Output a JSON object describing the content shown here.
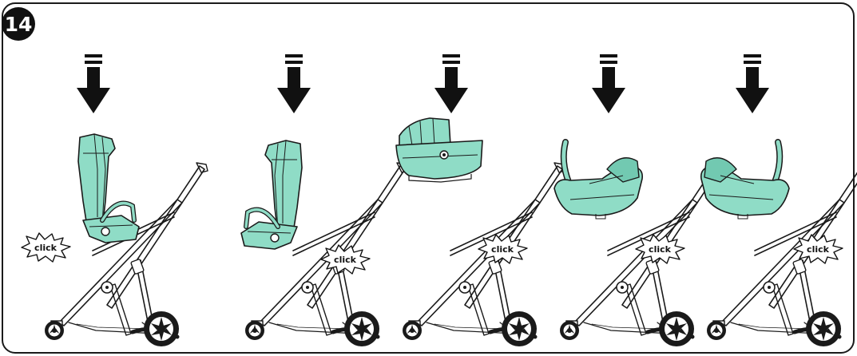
{
  "step": {
    "number": "14"
  },
  "click_label": "click",
  "colors": {
    "accent": "#8fdcc6",
    "ink": "#1a1a1a",
    "badge": "#111111"
  },
  "panels": [
    {
      "attachment": "seat-unit-facing-forward",
      "arrow_icon": "down-arrow-icon",
      "click_badge": true,
      "click_side": "left"
    },
    {
      "attachment": "seat-unit-facing-rear",
      "arrow_icon": "down-arrow-icon",
      "click_badge": true,
      "click_side": "right"
    },
    {
      "attachment": "carrycot",
      "arrow_icon": "down-arrow-icon",
      "click_badge": true,
      "click_side": "right"
    },
    {
      "attachment": "car-seat-facing-rear",
      "arrow_icon": "down-arrow-icon",
      "click_badge": true,
      "click_side": "right"
    },
    {
      "attachment": "car-seat-facing-forward",
      "arrow_icon": "down-arrow-icon",
      "click_badge": true,
      "click_side": "right"
    }
  ]
}
